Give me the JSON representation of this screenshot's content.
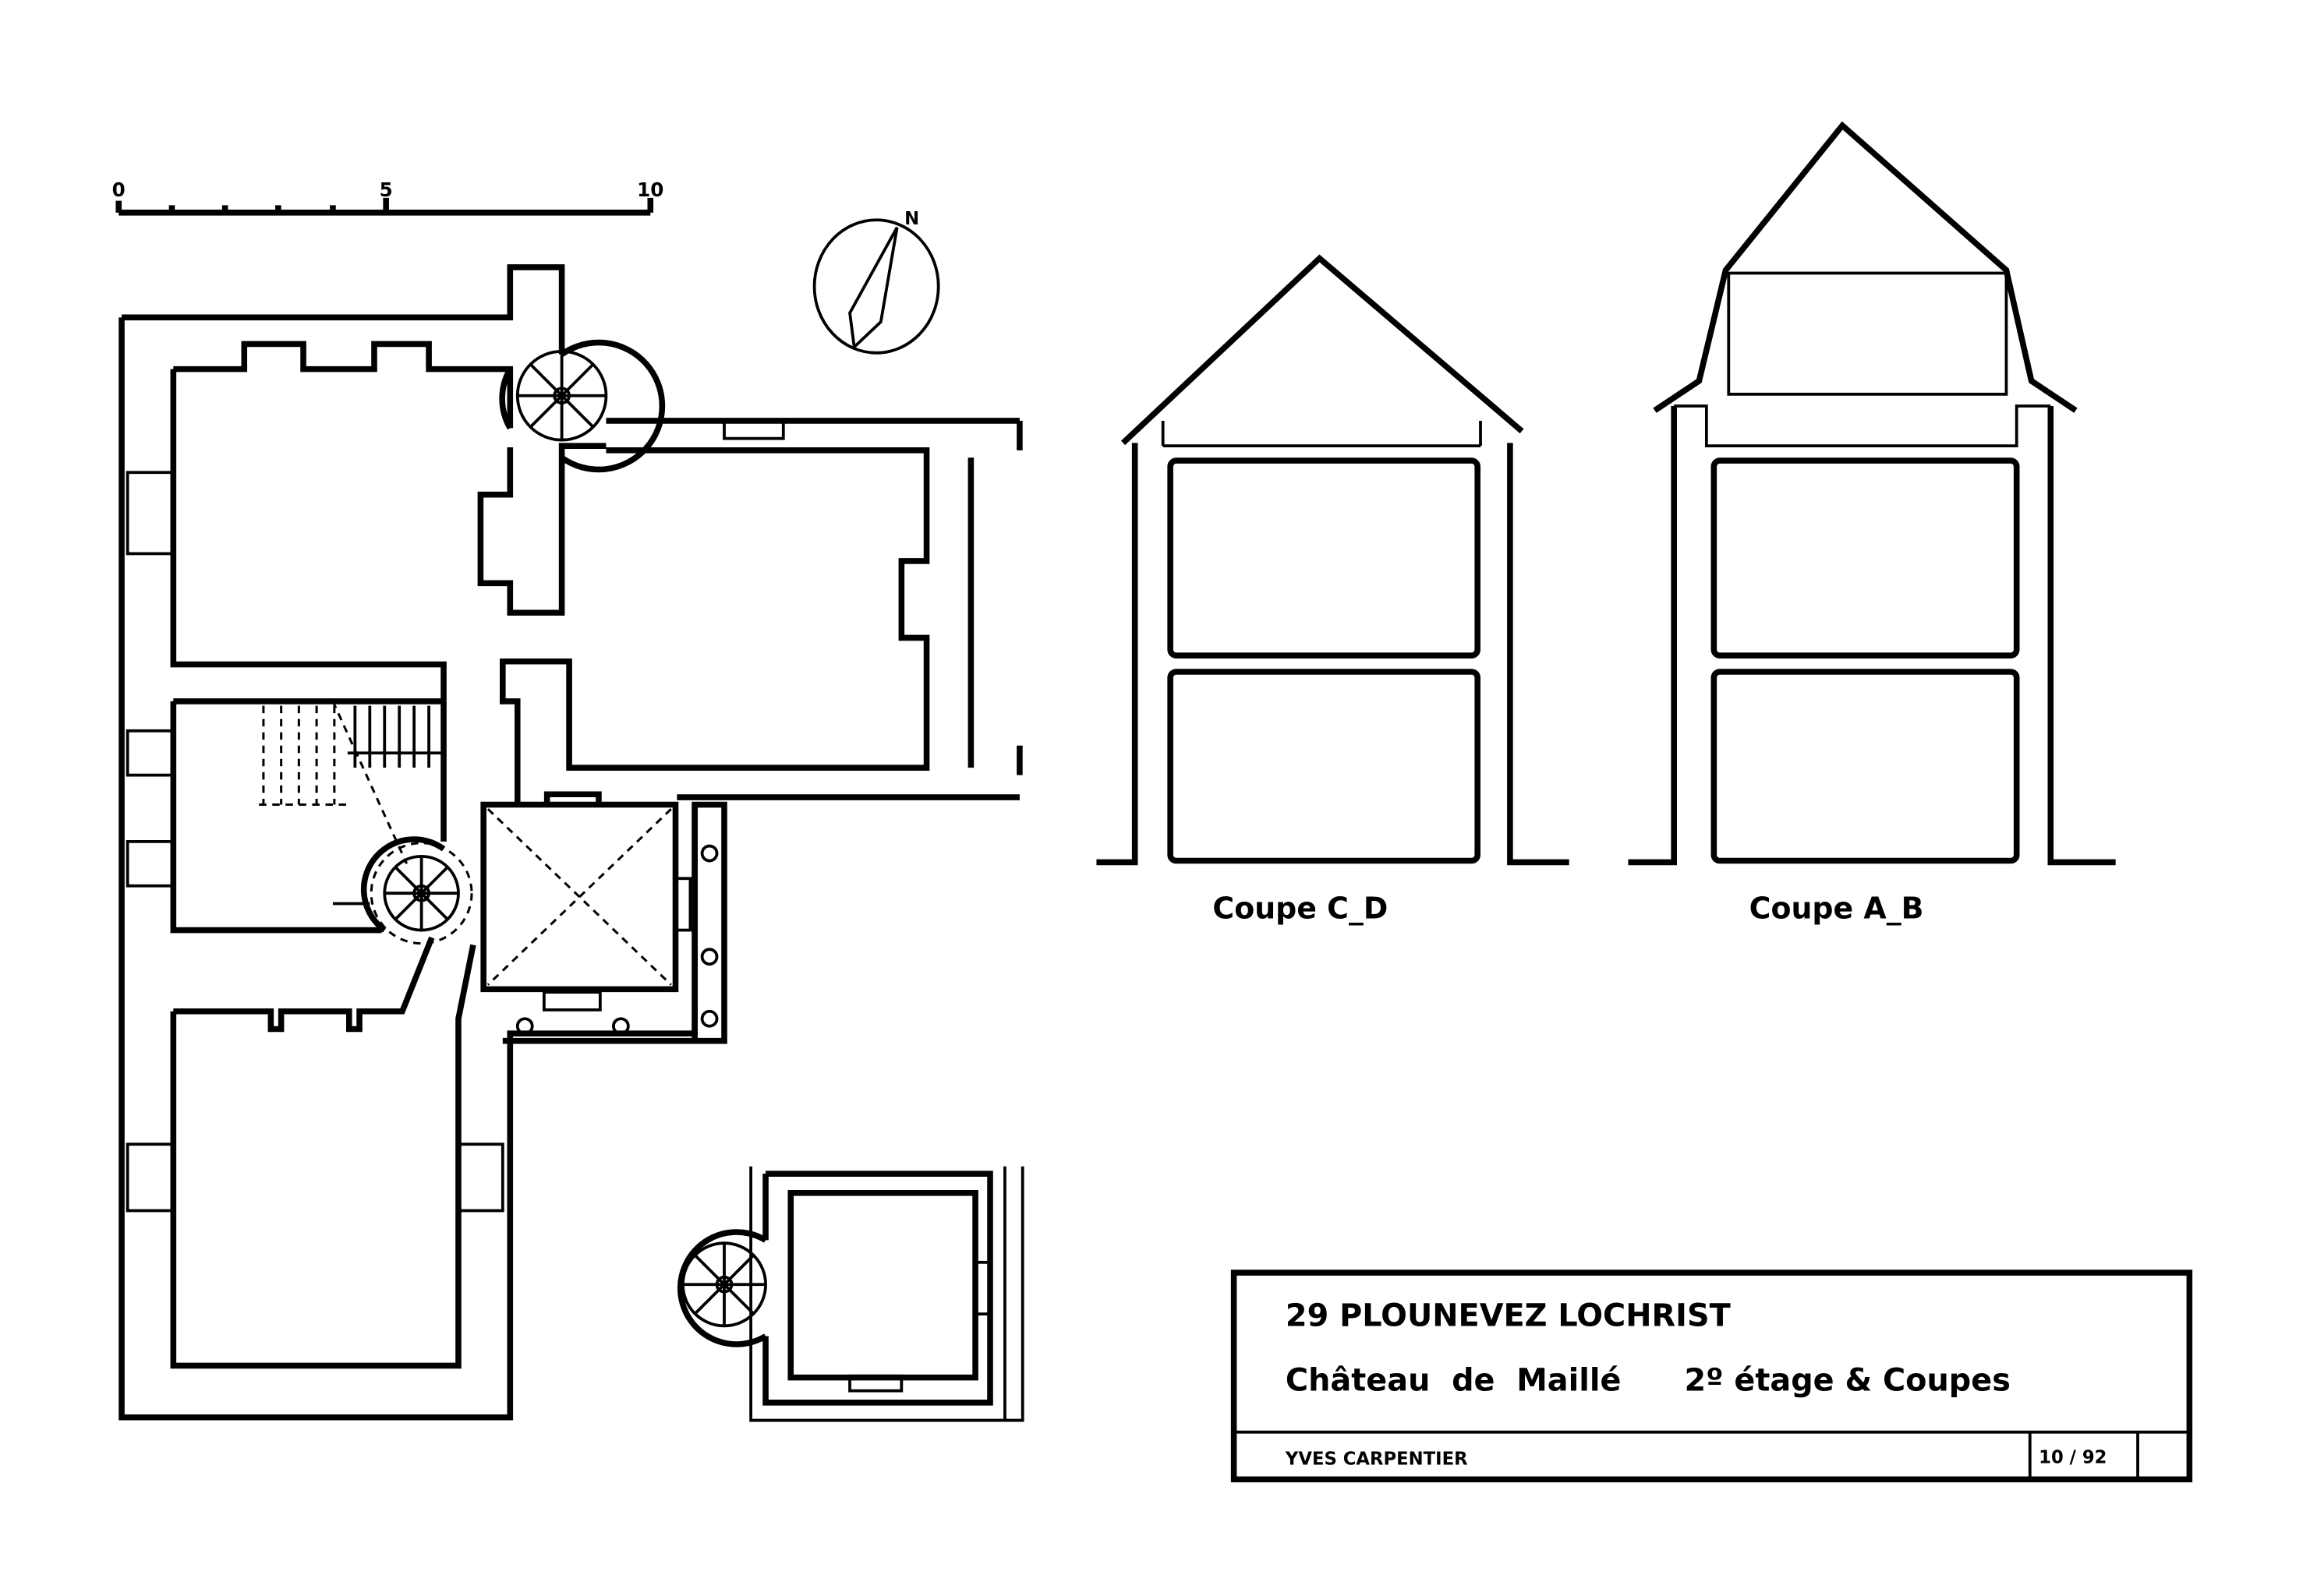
{
  "scale_bar": {
    "labels": [
      "0",
      "5",
      "10"
    ]
  },
  "compass": {
    "label": "N"
  },
  "sections": [
    {
      "label": "Coupe C_D"
    },
    {
      "label": "Coupe A_B"
    }
  ],
  "title_block": {
    "location": "29 PLOUNEVEZ LOCHRIST",
    "building": "Château  de  Maillé",
    "sheet_subject": "2º étage & Coupes",
    "author": "YVES CARPENTIER",
    "date": "10 / 92"
  },
  "colors": {
    "ink": "#000000",
    "paper": "#ffffff"
  }
}
